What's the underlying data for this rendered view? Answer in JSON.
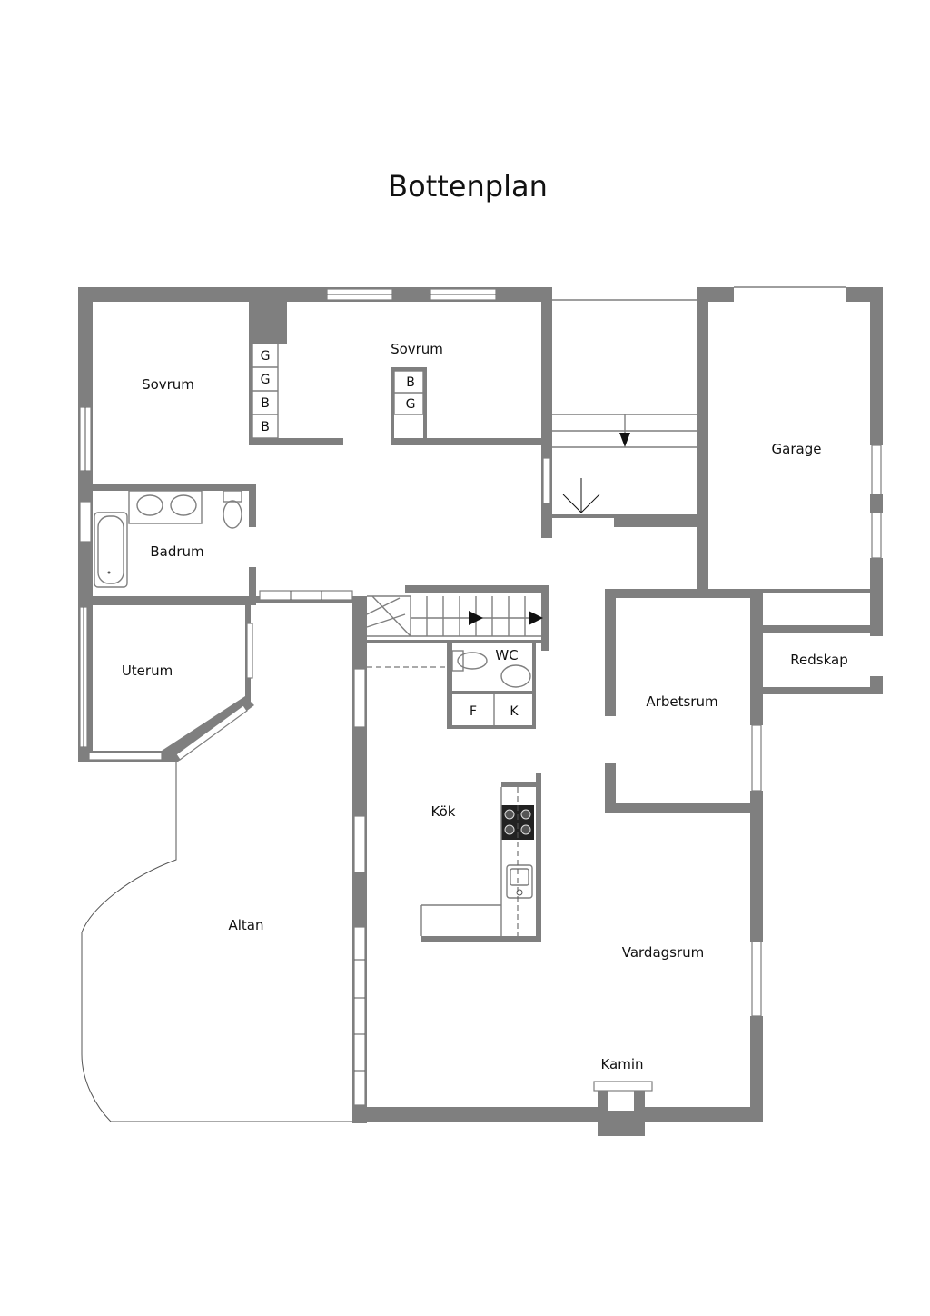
{
  "title": "Bottenplan",
  "rooms": {
    "sovrum_left": "Sovrum",
    "sovrum_mid": "Sovrum",
    "badrum": "Badrum",
    "uterum": "Uterum",
    "altan": "Altan",
    "kok": "Kök",
    "wc": "WC",
    "garage": "Garage",
    "redskap": "Redskap",
    "arbetsrum": "Arbetsrum",
    "vardagsrum": "Vardagsrum",
    "kamin": "Kamin"
  },
  "closets": {
    "left": [
      "G",
      "G",
      "B",
      "B"
    ],
    "mid": [
      "B",
      "G"
    ],
    "wc": [
      "F",
      "K"
    ]
  },
  "colors": {
    "wall": "#7f7f7f",
    "background": "#ffffff",
    "text": "#111111"
  }
}
